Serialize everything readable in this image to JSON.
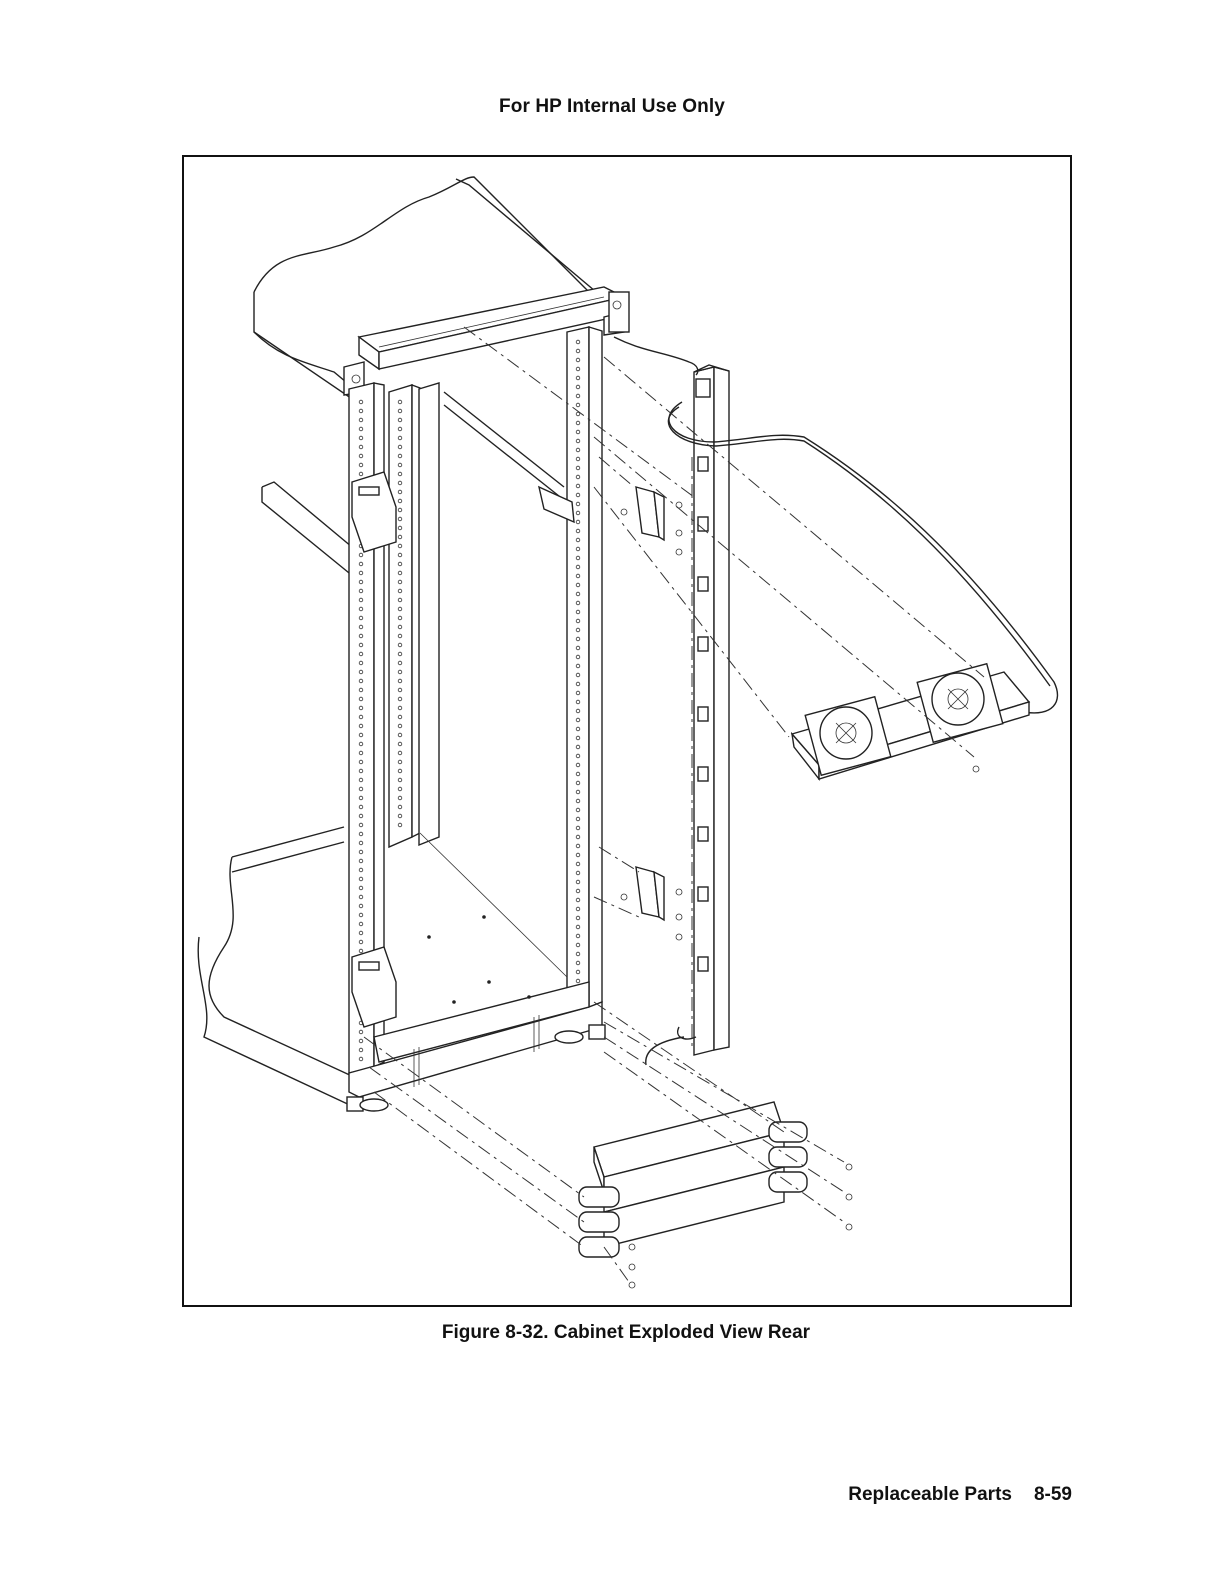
{
  "header": {
    "text": "For HP Internal Use Only"
  },
  "figure": {
    "caption": "Figure 8-32. Cabinet Exploded View Rear"
  },
  "footer": {
    "section": "Replaceable Parts",
    "page": "8-59"
  }
}
